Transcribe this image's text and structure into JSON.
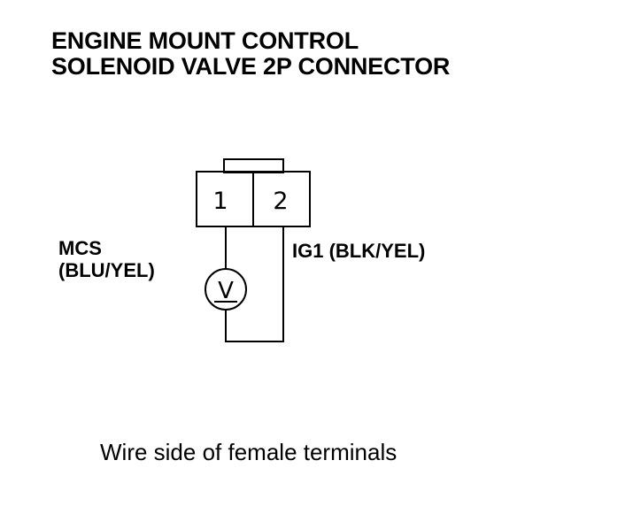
{
  "title": {
    "line1": "ENGINE MOUNT CONTROL",
    "line2": "SOLENOID VALVE 2P CONNECTOR"
  },
  "connector": {
    "pins": [
      "1",
      "2"
    ]
  },
  "wires": {
    "mcs_name": "MCS",
    "mcs_color": "(BLU/YEL)",
    "ig1": "IG1 (BLK/YEL)"
  },
  "voltmeter_symbol": "V",
  "caption": "Wire side of female terminals"
}
